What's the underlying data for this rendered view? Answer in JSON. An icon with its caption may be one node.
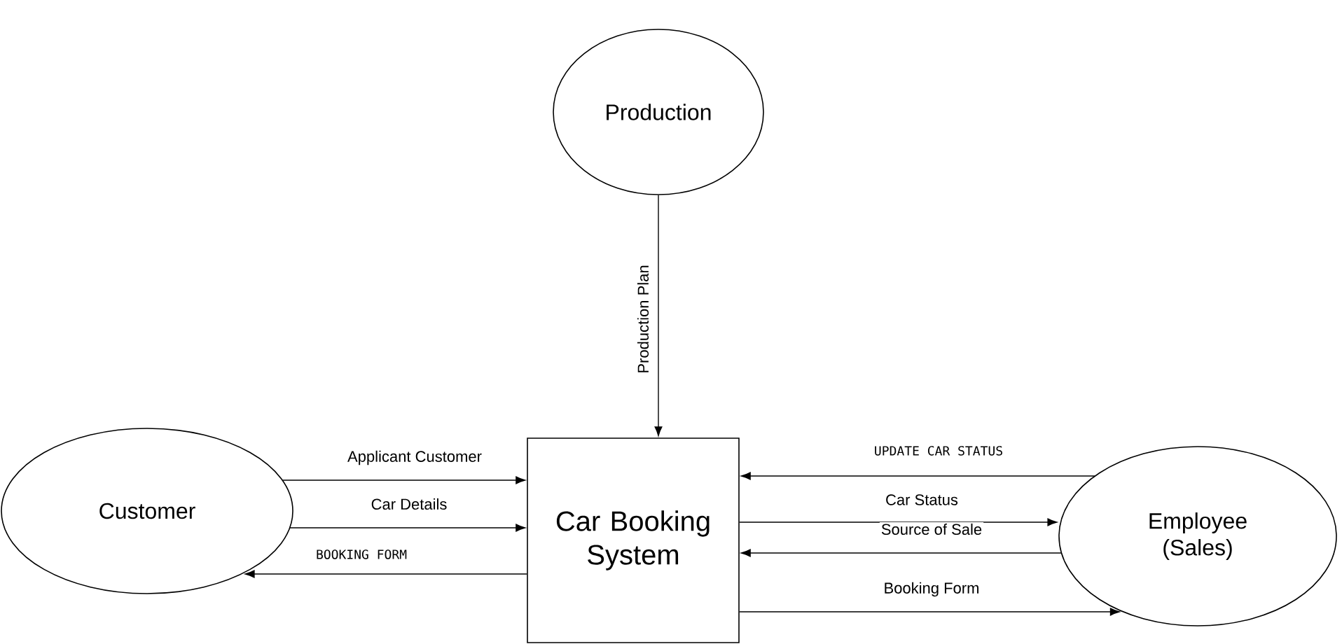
{
  "diagram": {
    "nodes": [
      {
        "text": [
          "Production"
        ]
      },
      {
        "text": [
          "Customer"
        ]
      },
      {
        "text": [
          "Car Booking System"
        ]
      },
      {
        "text": [
          "Employee (Sales)"
        ]
      }
    ],
    "edges": [
      {
        "from": 0,
        "to": 2,
        "arrow": "to",
        "label": "Production Plan"
      },
      {
        "from": 1,
        "to": 2,
        "arrow": "to",
        "label": "Applicant Customer"
      },
      {
        "from": 1,
        "to": 2,
        "arrow": "to",
        "label": "Car Details"
      },
      {
        "from": 2,
        "to": 1,
        "arrow": "to",
        "label": "BOOKING FORM"
      },
      {
        "from": 3,
        "to": 2,
        "arrow": "to",
        "label": "UPDATE CAR STATUS"
      },
      {
        "from": 2,
        "to": 3,
        "arrow": "to",
        "label": "Car Status"
      },
      {
        "from": 3,
        "to": 2,
        "arrow": "to",
        "label": "Source of Sale"
      },
      {
        "from": 2,
        "to": 3,
        "arrow": "to",
        "label": "Booking Form"
      }
    ]
  }
}
